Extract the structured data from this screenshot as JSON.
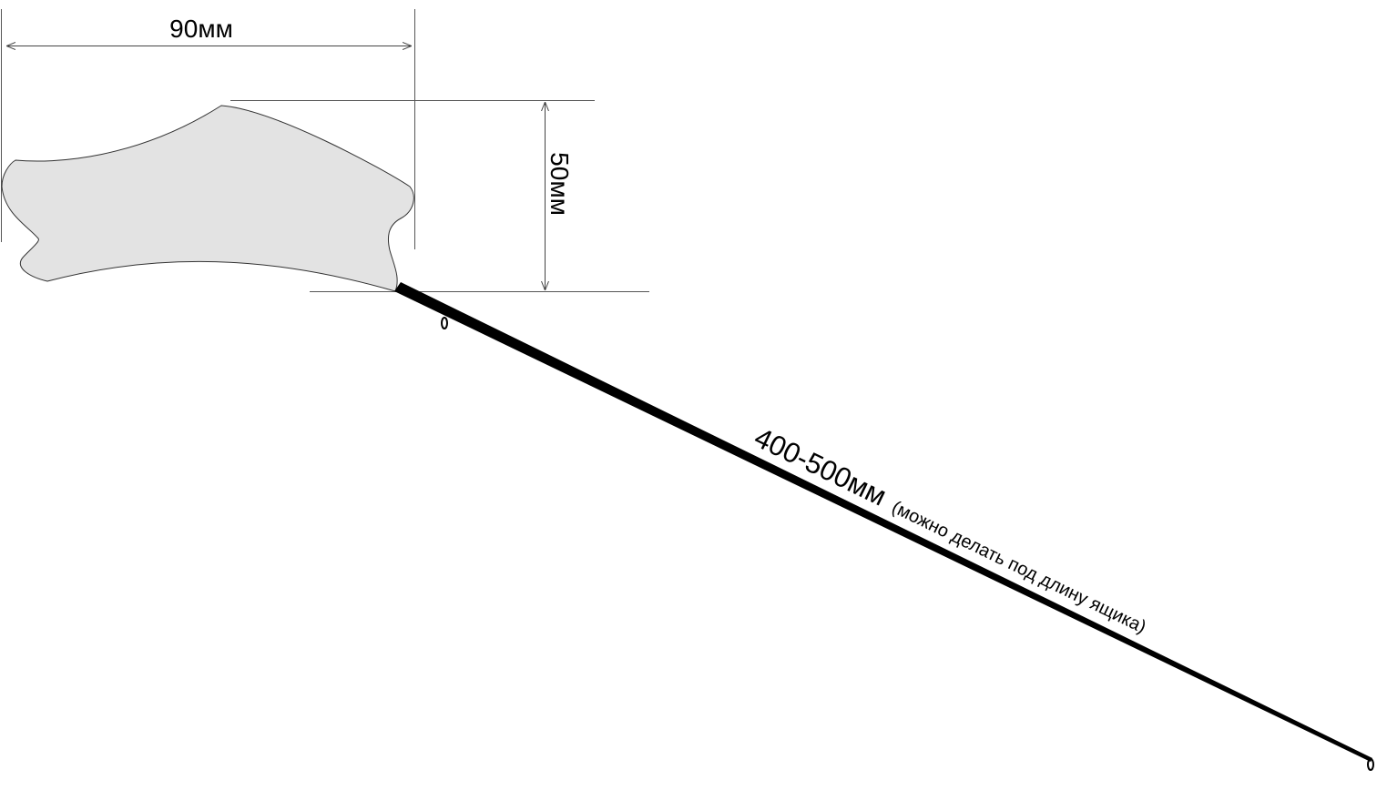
{
  "dimensions": {
    "width_label": "90мм",
    "height_label": "50мм",
    "rod_length_label": "400-500мм",
    "rod_note": "(можно делать под длину ящика)"
  },
  "colors": {
    "shape_fill": "#e3e3e3",
    "line": "#000000",
    "dimension_line": "#555555"
  }
}
